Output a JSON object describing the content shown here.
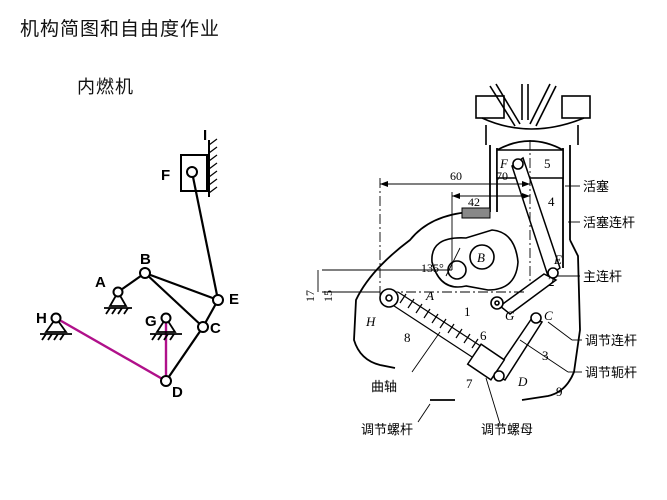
{
  "header": {
    "title": "机构简图和自由度作业",
    "subtitle": "内燃机"
  },
  "colors": {
    "link": "#000000",
    "accent_link": "#b0108a",
    "drawing_bg": "#ffffff"
  },
  "left_diagram": {
    "labels": {
      "I": "I",
      "F": "F",
      "B": "B",
      "A": "A",
      "E": "E",
      "H": "H",
      "G": "G",
      "C": "C",
      "D": "D"
    }
  },
  "right_drawing": {
    "dimensions": {
      "d60": "60",
      "d70": "70",
      "d42": "42",
      "angle": "135°",
      "v17": "17",
      "v15": "15"
    },
    "point_labels": {
      "F": "F",
      "B": "B",
      "E": "E",
      "A": "A",
      "H": "H",
      "G": "G",
      "C": "C",
      "D": "D"
    },
    "numbers": {
      "n1": "1",
      "n2": "2",
      "n3": "3",
      "n4": "4",
      "n5": "5",
      "n6": "6",
      "n7": "7",
      "n8": "8",
      "n9": "9"
    },
    "callouts": {
      "piston": "活塞",
      "piston_rod": "活塞连杆",
      "main_rod": "主连杆",
      "adjust_rod": "调节连杆",
      "adjust_crank": "调节轭杆",
      "crankshaft": "曲轴",
      "adjust_screw": "调节螺杆",
      "adjust_nut": "调节螺母"
    }
  }
}
